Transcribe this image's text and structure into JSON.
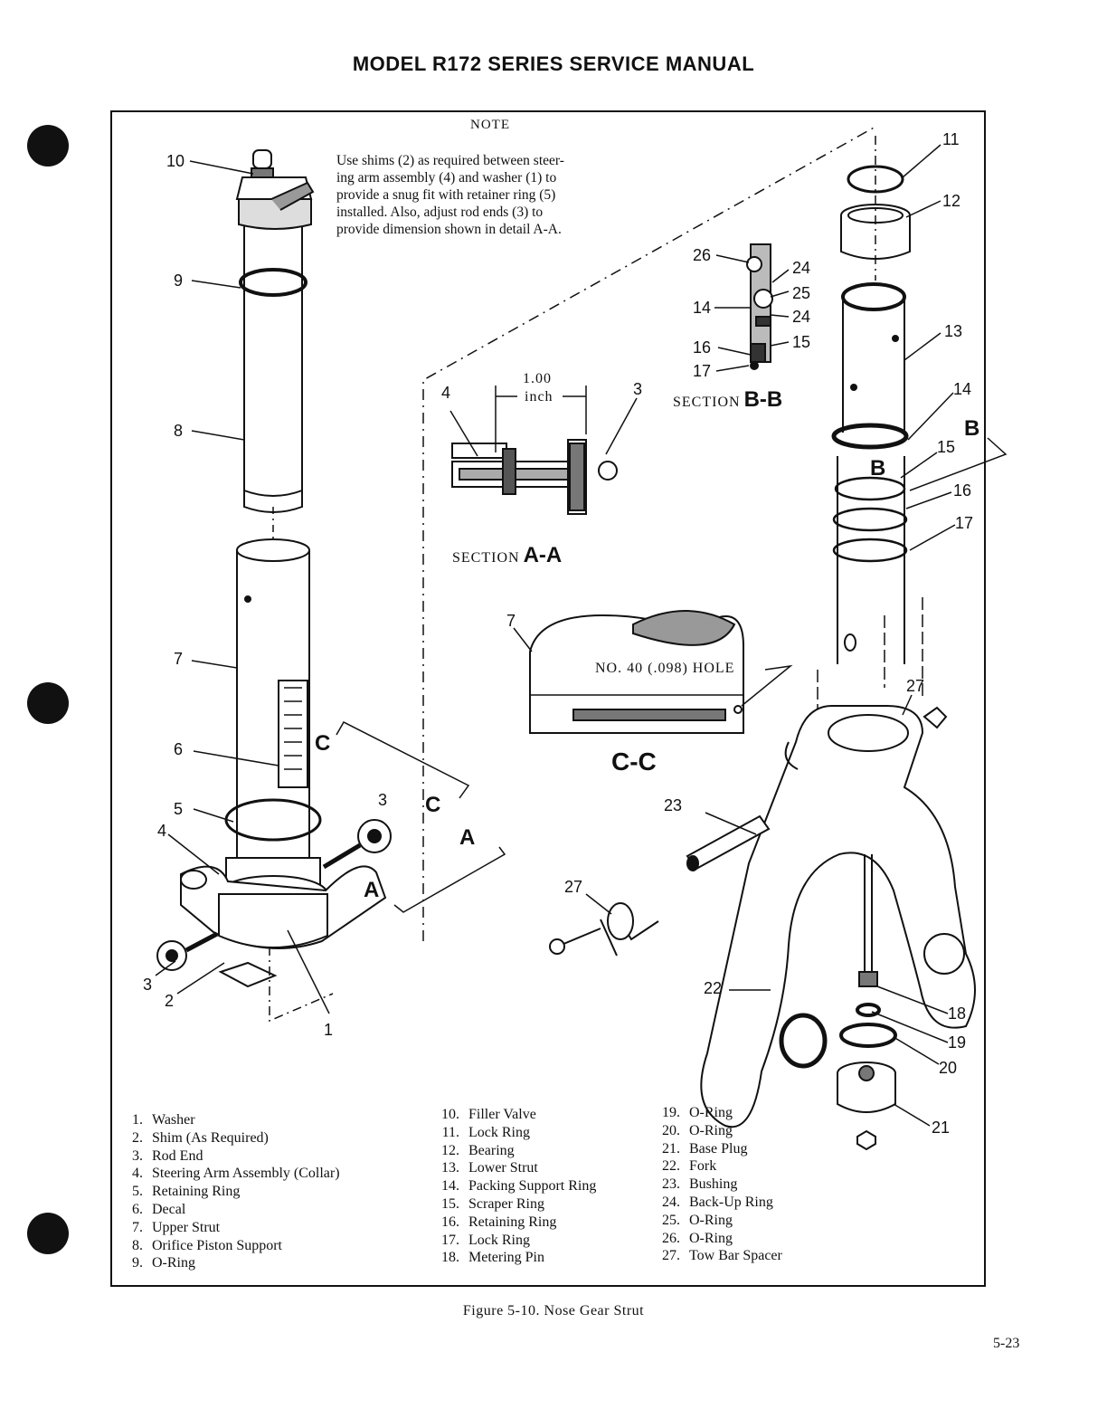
{
  "header": {
    "title": "MODEL R172 SERIES SERVICE MANUAL"
  },
  "note": {
    "title": "NOTE",
    "lines": [
      "Use shims (2) as required between steer-",
      "ing arm assembly (4) and washer (1) to",
      "provide a snug fit with retainer ring (5)",
      "installed.  Also, adjust rod ends (3) to",
      "provide dimension shown in detail A-A."
    ]
  },
  "sections": {
    "aa": {
      "prefix": "SECTION",
      "letter": "A-A",
      "dimension_value": "1.00",
      "dimension_unit": "inch"
    },
    "bb": {
      "prefix": "SECTION",
      "letter": "B-B"
    },
    "cc": {
      "letter": "C-C",
      "hole_label": "NO. 40 (.098) HOLE"
    }
  },
  "callouts": {
    "c1": "1",
    "c2": "2",
    "c3a": "3",
    "c3b": "3",
    "c3c": "3",
    "c4a": "4",
    "c4b": "4",
    "c5": "5",
    "c6": "6",
    "c7a": "7",
    "c7b": "7",
    "c8": "8",
    "c9": "9",
    "c10": "10",
    "c11": "11",
    "c12": "12",
    "c13": "13",
    "c14a": "14",
    "c14b": "14",
    "c15a": "15",
    "c15b": "15",
    "c16a": "16",
    "c16b": "16",
    "c17a": "17",
    "c17b": "17",
    "c18": "18",
    "c19": "19",
    "c20": "20",
    "c21": "21",
    "c22": "22",
    "c23": "23",
    "c24a": "24",
    "c24b": "24",
    "c25": "25",
    "c26": "26",
    "c27a": "27",
    "c27b": "27",
    "viewA1": "A",
    "viewA2": "A",
    "viewB1": "B",
    "viewB2": "B",
    "viewC1": "C",
    "viewC2": "C"
  },
  "legend": {
    "col1": [
      {
        "n": "1.",
        "t": "Washer"
      },
      {
        "n": "2.",
        "t": "Shim (As Required)"
      },
      {
        "n": "3.",
        "t": "Rod End"
      },
      {
        "n": "4.",
        "t": "Steering Arm Assembly (Collar)"
      },
      {
        "n": "5.",
        "t": "Retaining Ring"
      },
      {
        "n": "6.",
        "t": "Decal"
      },
      {
        "n": "7.",
        "t": "Upper Strut"
      },
      {
        "n": "8.",
        "t": "Orifice Piston Support"
      },
      {
        "n": "9.",
        "t": "O-Ring"
      }
    ],
    "col2": [
      {
        "n": "10.",
        "t": "Filler Valve"
      },
      {
        "n": "11.",
        "t": "Lock Ring"
      },
      {
        "n": "12.",
        "t": "Bearing"
      },
      {
        "n": "13.",
        "t": "Lower Strut"
      },
      {
        "n": "14.",
        "t": "Packing Support Ring"
      },
      {
        "n": "15.",
        "t": "Scraper Ring"
      },
      {
        "n": "16.",
        "t": "Retaining Ring"
      },
      {
        "n": "17.",
        "t": "Lock Ring"
      },
      {
        "n": "18.",
        "t": "Metering Pin"
      }
    ],
    "col3": [
      {
        "n": "19.",
        "t": "O-Ring"
      },
      {
        "n": "20.",
        "t": "O-Ring"
      },
      {
        "n": "21.",
        "t": "Base Plug"
      },
      {
        "n": "22.",
        "t": "Fork"
      },
      {
        "n": "23.",
        "t": "Bushing"
      },
      {
        "n": "24.",
        "t": "Back-Up Ring"
      },
      {
        "n": "25.",
        "t": "O-Ring"
      },
      {
        "n": "26.",
        "t": "O-Ring"
      },
      {
        "n": "27.",
        "t": "Tow Bar Spacer"
      }
    ]
  },
  "caption": "Figure 5-10.  Nose Gear Strut",
  "page_number": "5-23"
}
